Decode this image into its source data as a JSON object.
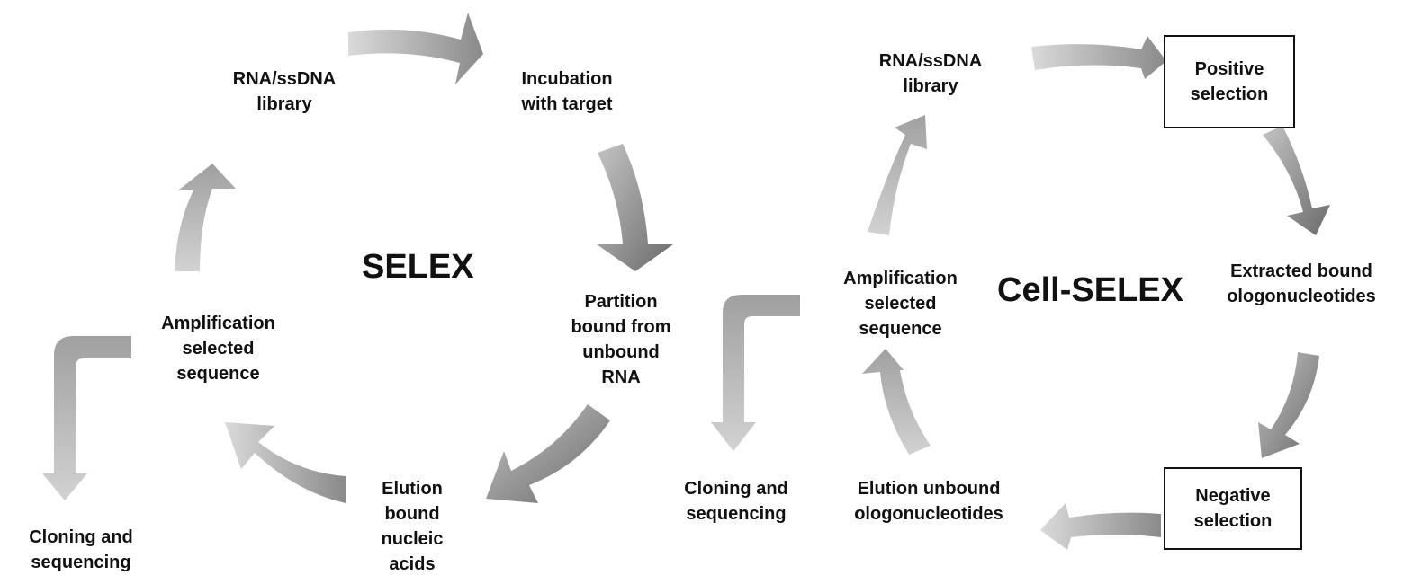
{
  "selex": {
    "title": "SELEX",
    "library": "RNA/ssDNA\nlibrary",
    "incubation": "Incubation\nwith target",
    "partition": "Partition\nbound from\nunbound\nRNA",
    "elution": "Elution\nbound\nnucleic\nacids",
    "amplification": "Amplification\nselected\nsequence",
    "cloning": "Cloning and\nsequencing"
  },
  "cell_selex": {
    "title": "Cell-SELEX",
    "library": "RNA/ssDNA\nlibrary",
    "positive": "Positive\nselection",
    "extracted": "Extracted bound\nologonucleotides",
    "negative": "Negative\nselection",
    "elution": "Elution unbound\nologonucleotides",
    "amplification": "Amplification\nselected\nsequence",
    "cloning": "Cloning and\nsequencing"
  },
  "colors": {
    "arrow_light": "#bdbdbd",
    "arrow_dark": "#6e6e6e",
    "text": "#111111"
  }
}
